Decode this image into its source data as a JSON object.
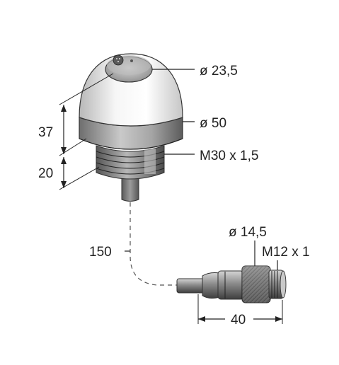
{
  "dimensions": {
    "cap_diameter": "ø 23,5",
    "housing_diameter": "ø 50",
    "thread": "M30 x 1,5",
    "dome_height": "37",
    "thread_height": "20",
    "cable_length": "150",
    "connector_diameter": "ø 14,5",
    "connector_thread": "M12 x 1",
    "connector_length": "40"
  },
  "colors": {
    "line": "#222222",
    "dome_light": "#f4f4f4",
    "dome_shade": "#c8c8c8",
    "metal": "#9a9a9a",
    "metal_dark": "#5a5a5a",
    "cable": "#777777"
  }
}
